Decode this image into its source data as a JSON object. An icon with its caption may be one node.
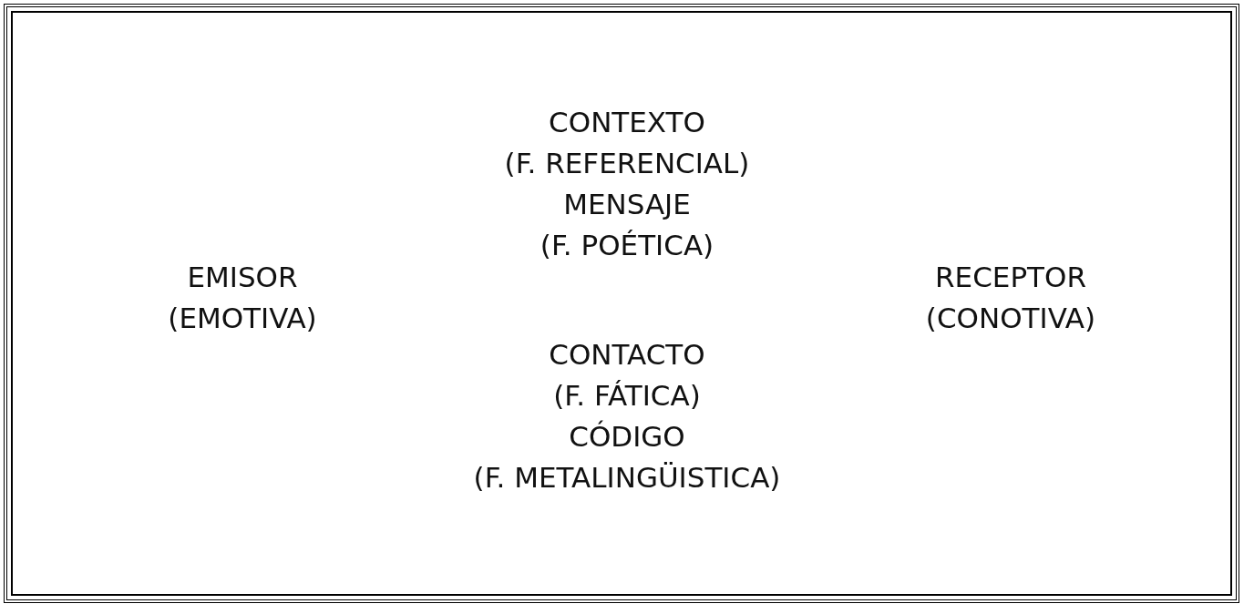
{
  "diagram": {
    "nodes": [
      {
        "text": [
          "CONTEXTO (F. REFERENCIAL)",
          "MENSAJE (F. POÉTICA)",
          "EMISOR (EMOTIVA)",
          "RECEPTOR (CONOTIVA)",
          "CONTACTO (F. FÁTICA)",
          "CÓDIGO (F. METALINGÜISTICA)"
        ]
      }
    ]
  }
}
